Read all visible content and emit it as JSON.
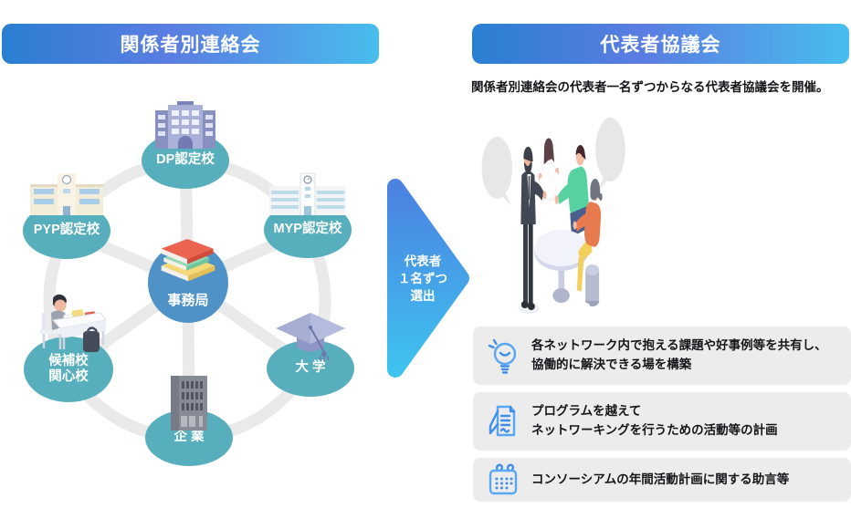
{
  "left": {
    "header": "関係者別連絡会",
    "nodes": [
      {
        "label": "DP認定校",
        "icon": "dp-building-icon"
      },
      {
        "label": "MYP認定校",
        "icon": "myp-building-icon"
      },
      {
        "label": "PYP認定校",
        "icon": "pyp-building-icon"
      },
      {
        "label": "候補校",
        "label2": "関心校",
        "icon": "study-desk-icon"
      },
      {
        "label": "大 学",
        "icon": "graduation-cap-icon"
      },
      {
        "label": "企 業",
        "icon": "office-building-icon"
      }
    ],
    "hub": {
      "label": "事務局",
      "icon": "books-icon"
    }
  },
  "arrow": {
    "line1": "代表者",
    "line2": "１名ずつ",
    "line3": "選出"
  },
  "right": {
    "header": "代表者協議会",
    "subtitle": "関係者別連絡会の代表者一名ずつからなる代表者協議会を開催。",
    "illustration": "four-people-discussing-around-round-table-with-speech-bubbles",
    "bullets": [
      {
        "icon": "lightbulb-icon",
        "line1": "各ネットワーク内で抱える課題や好事例等を共有し、",
        "line2": "協働的に解決できる場を構築"
      },
      {
        "icon": "document-pen-icon",
        "line1": "プログラムを越えて",
        "line2": "ネットワーキングを行うための活動等の計画"
      },
      {
        "icon": "calendar-icon",
        "line1": "コンソーシアムの年間活動計画に関する助言等",
        "line2": ""
      }
    ]
  },
  "colors": {
    "header_gradient": [
      "#2a7fd2",
      "#5b7de2",
      "#48bdec"
    ],
    "node_teal": "#57aebc",
    "hub_blue": "#4e92c7",
    "arrow_gradient": [
      "#4b82e2",
      "#3fc2ee"
    ],
    "ring_gray": "#eaeaea",
    "box_bg": "#ececec",
    "icon_blue": "#3f8ee8",
    "bubble_gray": "#e7e7e7"
  }
}
